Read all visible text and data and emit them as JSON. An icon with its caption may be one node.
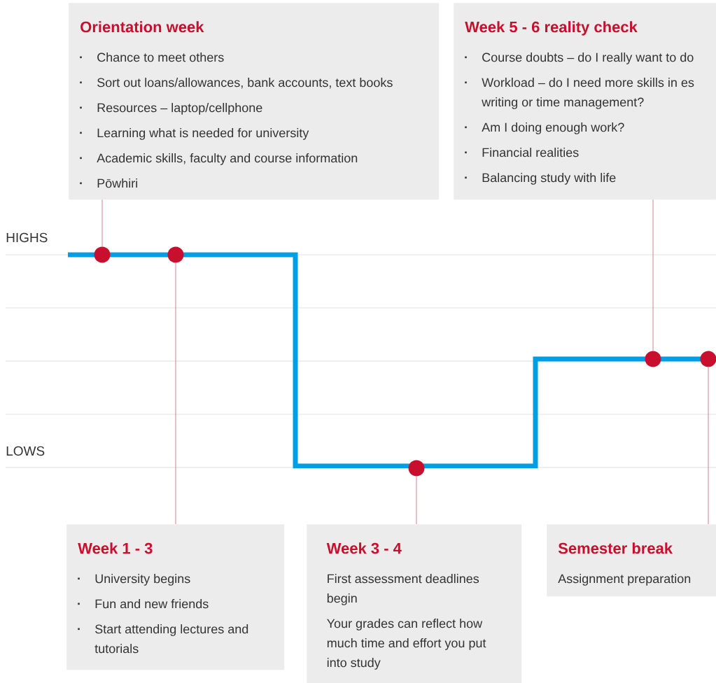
{
  "diagram": {
    "nodes": [
      {
        "text": [
          "Orientation week",
          "Chance to meet others",
          "Sort out loans/allowances, bank accounts, text books",
          "Resources – laptop/cellphone",
          "Learning what is needed for university",
          "Academic skills, faculty and course information",
          "Pōwhiri"
        ]
      },
      {
        "text": [
          "Week 5 - 6 reality check",
          "Course doubts – do I really want to do",
          "Workload – do I need more skills in es writing or time management?",
          "Am I doing enough work?",
          "Financial realities",
          "Balancing study with life"
        ]
      },
      {
        "text": [],
        "shape": "circle"
      },
      {
        "text": [],
        "shape": "circle"
      },
      {
        "text": [],
        "shape": "circle"
      },
      {
        "text": [],
        "shape": "circle"
      },
      {
        "text": [],
        "shape": "circle"
      },
      {
        "text": [
          "Week 1 - 3",
          "University begins",
          "Fun and new friends",
          "Start attending lectures and tutorials"
        ]
      },
      {
        "text": [
          "Week 3 - 4",
          "First assessment deadlines begin",
          "Your grades can reflect how much time and effort you put into study"
        ]
      },
      {
        "text": [
          "Semester break",
          "Assignment preparation"
        ]
      }
    ],
    "edges": [
      {
        "from": 0,
        "to": 2,
        "arrow": "none"
      },
      {
        "from": 1,
        "to": 5,
        "arrow": "none"
      },
      {
        "from": 7,
        "to": 3,
        "arrow": "none"
      },
      {
        "from": 8,
        "to": 4,
        "arrow": "none"
      },
      {
        "from": 9,
        "to": 6,
        "arrow": "none"
      }
    ],
    "labels": [
      "HIGHS",
      "LOWS"
    ]
  }
}
